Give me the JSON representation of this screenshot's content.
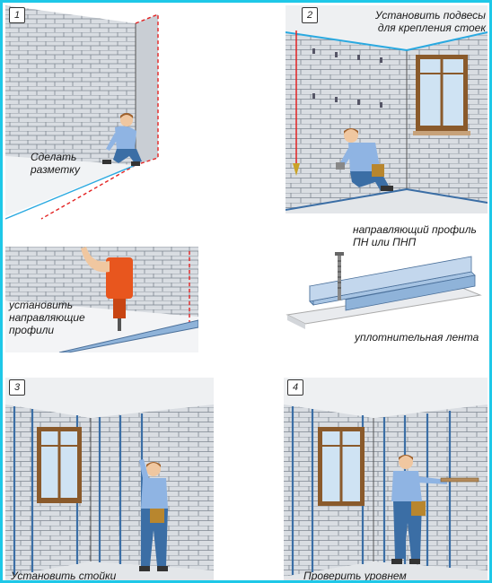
{
  "steps": [
    {
      "number": "1",
      "caption": "Сделать разметку"
    },
    {
      "number": "2",
      "caption": "Установить подвесы для крепления стоек"
    },
    {
      "number": "",
      "caption": "установить направляющие профили"
    },
    {
      "number": "",
      "caption": "",
      "labels": {
        "profile": "направляющий профиль ПН или ПНП",
        "tape": "уплотнительная лента"
      }
    },
    {
      "number": "3",
      "caption": "Установить стойки"
    },
    {
      "number": "4",
      "caption": "Проверить уровнем"
    }
  ],
  "colors": {
    "frame": "#1ec8e8",
    "wall": "#d9dde2",
    "brick_line": "#7d8590",
    "marking_red": "#e32222",
    "marking_blue": "#2aa9e0",
    "profile_metal": "#8fb3d9",
    "shirt": "#8fb4e3",
    "trousers": "#3b6ea5",
    "skin": "#f0c7a0",
    "hair": "#a0622d",
    "window_frame": "#8a5a2b",
    "window_glass": "#cfe3f3",
    "drill": "#e8561e"
  },
  "icons": [
    "worker-figure",
    "drill-icon",
    "screw-icon",
    "level-icon",
    "plumb-bob-icon"
  ]
}
